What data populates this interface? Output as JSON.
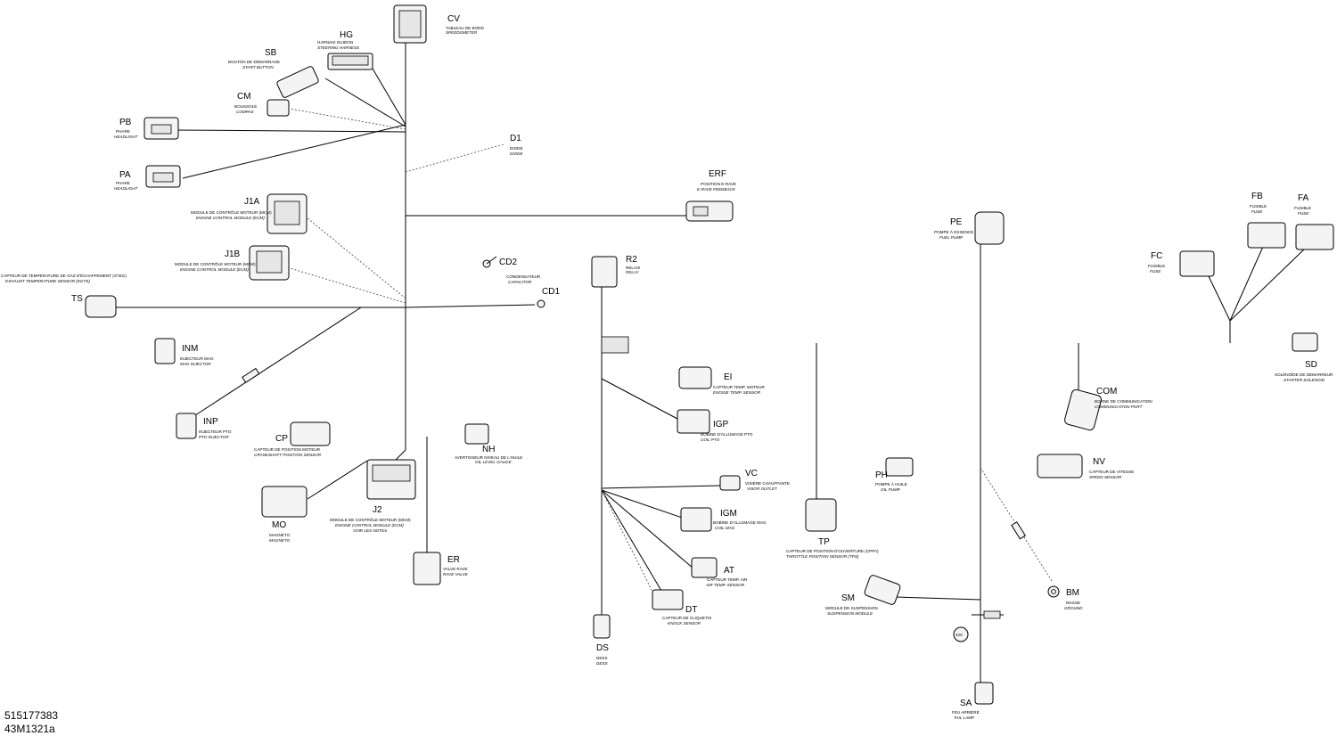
{
  "doc": {
    "part_number": "515177383",
    "drawing_id": "43M1321a"
  },
  "connectors": {
    "CV": {
      "code": "CV",
      "fr": "TABLEAU DE BORD",
      "en": "SPEEDOMETER"
    },
    "HG": {
      "code": "HG",
      "fr": "HARNAIS GUIDON",
      "en": "STEERING HARNESS"
    },
    "SB": {
      "code": "SB",
      "fr": "BOUTON DE DÉMARRAGE",
      "en": "START BUTTON"
    },
    "CM": {
      "code": "CM",
      "fr": "BOUSSOLE",
      "en": "COMPAS"
    },
    "PB": {
      "code": "PB",
      "fr": "PHARE",
      "en": "HEADLIGHT"
    },
    "PA": {
      "code": "PA",
      "fr": "PHARE",
      "en": "HEADLIGHT"
    },
    "D1": {
      "code": "D1",
      "fr": "DIODE",
      "en": "DIODE"
    },
    "ERF": {
      "code": "ERF",
      "fr": "POSITION E-RAVE",
      "en": "E-RAVE FEEDBACK"
    },
    "J1A": {
      "code": "J1A",
      "fr": "MODULE DE CONTRÔLE MOTEUR (MCM)",
      "en": "ENGINE CONTROL MODULE (ECM)"
    },
    "J1B": {
      "code": "J1B",
      "fr": "MODULE DE CONTRÔLE MOTEUR (MCM)",
      "en": "ENGINE CONTROL MODULE (ECM)"
    },
    "CD2": {
      "code": "CD2"
    },
    "CD1": {
      "code": "CD1",
      "fr": "CONDENSATEUR",
      "en": "CAPACITOR"
    },
    "TS": {
      "code": "TS",
      "fr": "CAPTEUR DE TEMPÉRATURE DE GAZ D'ÉCHAPPEMENT (STEG)",
      "en": "EXHAUST TEMPERATURE SENSOR (EGTS)"
    },
    "INM": {
      "code": "INM",
      "fr": "INJECTEUR MAG",
      "en": "MAG INJECTOR"
    },
    "INP": {
      "code": "INP",
      "fr": "INJECTEUR PTO",
      "en": "PTO INJECTOR"
    },
    "CP": {
      "code": "CP",
      "fr": "CAPTEUR DE POSITION MOTEUR",
      "en": "CRANKSHAFT POSITION SENSOR"
    },
    "J2": {
      "code": "J2",
      "fr": "MODULE DE CONTRÔLE MOTEUR (MCM)",
      "en": "ENGINE CONTROL MODULE (ECM)",
      "note": "VOIR LES NOTES"
    },
    "MO": {
      "code": "MO",
      "fr": "MAGNÉTO",
      "en": "MAGNETO"
    },
    "NH": {
      "code": "NH",
      "fr": "AVERTISSEUR NIVEAU DE L'HUILE",
      "en": "OIL LEVEL GAUGE"
    },
    "ER": {
      "code": "ER",
      "fr": "VALVE RAVE",
      "en": "RAVE VALVE"
    },
    "R2": {
      "code": "R2",
      "fr": "RELAIS",
      "en": "RELAY"
    },
    "EI": {
      "code": "EI",
      "fr": "CAPTEUR TEMP. MOTEUR",
      "en": "ENGINE TEMP. SENSOR"
    },
    "IGP": {
      "code": "IGP",
      "fr": "BOBINE D'ALLUMAGE PTO",
      "en": "COIL PTO"
    },
    "VC": {
      "code": "VC",
      "fr": "VISIÈRE CHAUFFANTE",
      "en": "VISOR OUTLET"
    },
    "IGM": {
      "code": "IGM",
      "fr": "BOBINE D'ALLUMAGE MAG",
      "en": "COIL MAG"
    },
    "AT": {
      "code": "AT",
      "fr": "CAPTEUR TEMP. AIR",
      "en": "AIR TEMP. SENSOR"
    },
    "DT": {
      "code": "DT",
      "fr": "CAPTEUR DE CLIQUETIS",
      "en": "KNOCK SENSOR"
    },
    "DS": {
      "code": "DS",
      "fr": "DESS",
      "en": "DESS"
    },
    "PE": {
      "code": "PE",
      "fr": "POMPE À ESSENCE",
      "en": "FUEL PUMP"
    },
    "TP": {
      "code": "TP",
      "fr": "CAPTEUR DE POSITION D'OUVERTURE (CPPA)",
      "en": "THROTTLE POSITION SENSOR (TPS)"
    },
    "PH": {
      "code": "PH",
      "fr": "POMPE À HUILE",
      "en": "OIL PUMP"
    },
    "SM": {
      "code": "SM",
      "fr": "MODULE DE SUSPENSION",
      "en": "SUSPENSION MODULE"
    },
    "SA": {
      "code": "SA",
      "fr": "FEU ARRIÈRE",
      "en": "TAIL LAMP"
    },
    "COM": {
      "code": "COM",
      "fr": "BORNE DE COMMUNICATION",
      "en": "COMMUNICATION PORT"
    },
    "NV": {
      "code": "NV",
      "fr": "CAPTEUR DE VITESSE",
      "en": "SPEED SENSOR"
    },
    "BM": {
      "code": "BM",
      "fr": "MASSE",
      "en": "GROUND"
    },
    "FB": {
      "code": "FB",
      "fr": "FUSIBLE",
      "en": "FUSE"
    },
    "FA": {
      "code": "FA",
      "fr": "FUSIBLE",
      "en": "FUSE"
    },
    "FC": {
      "code": "FC",
      "fr": "FUSIBLE",
      "en": "FUSE"
    },
    "SD": {
      "code": "SD",
      "fr": "SOLÉNOÏDE DE DÉMARREUR",
      "en": "STARTER SOLENOID"
    }
  },
  "ground_tag": "420"
}
